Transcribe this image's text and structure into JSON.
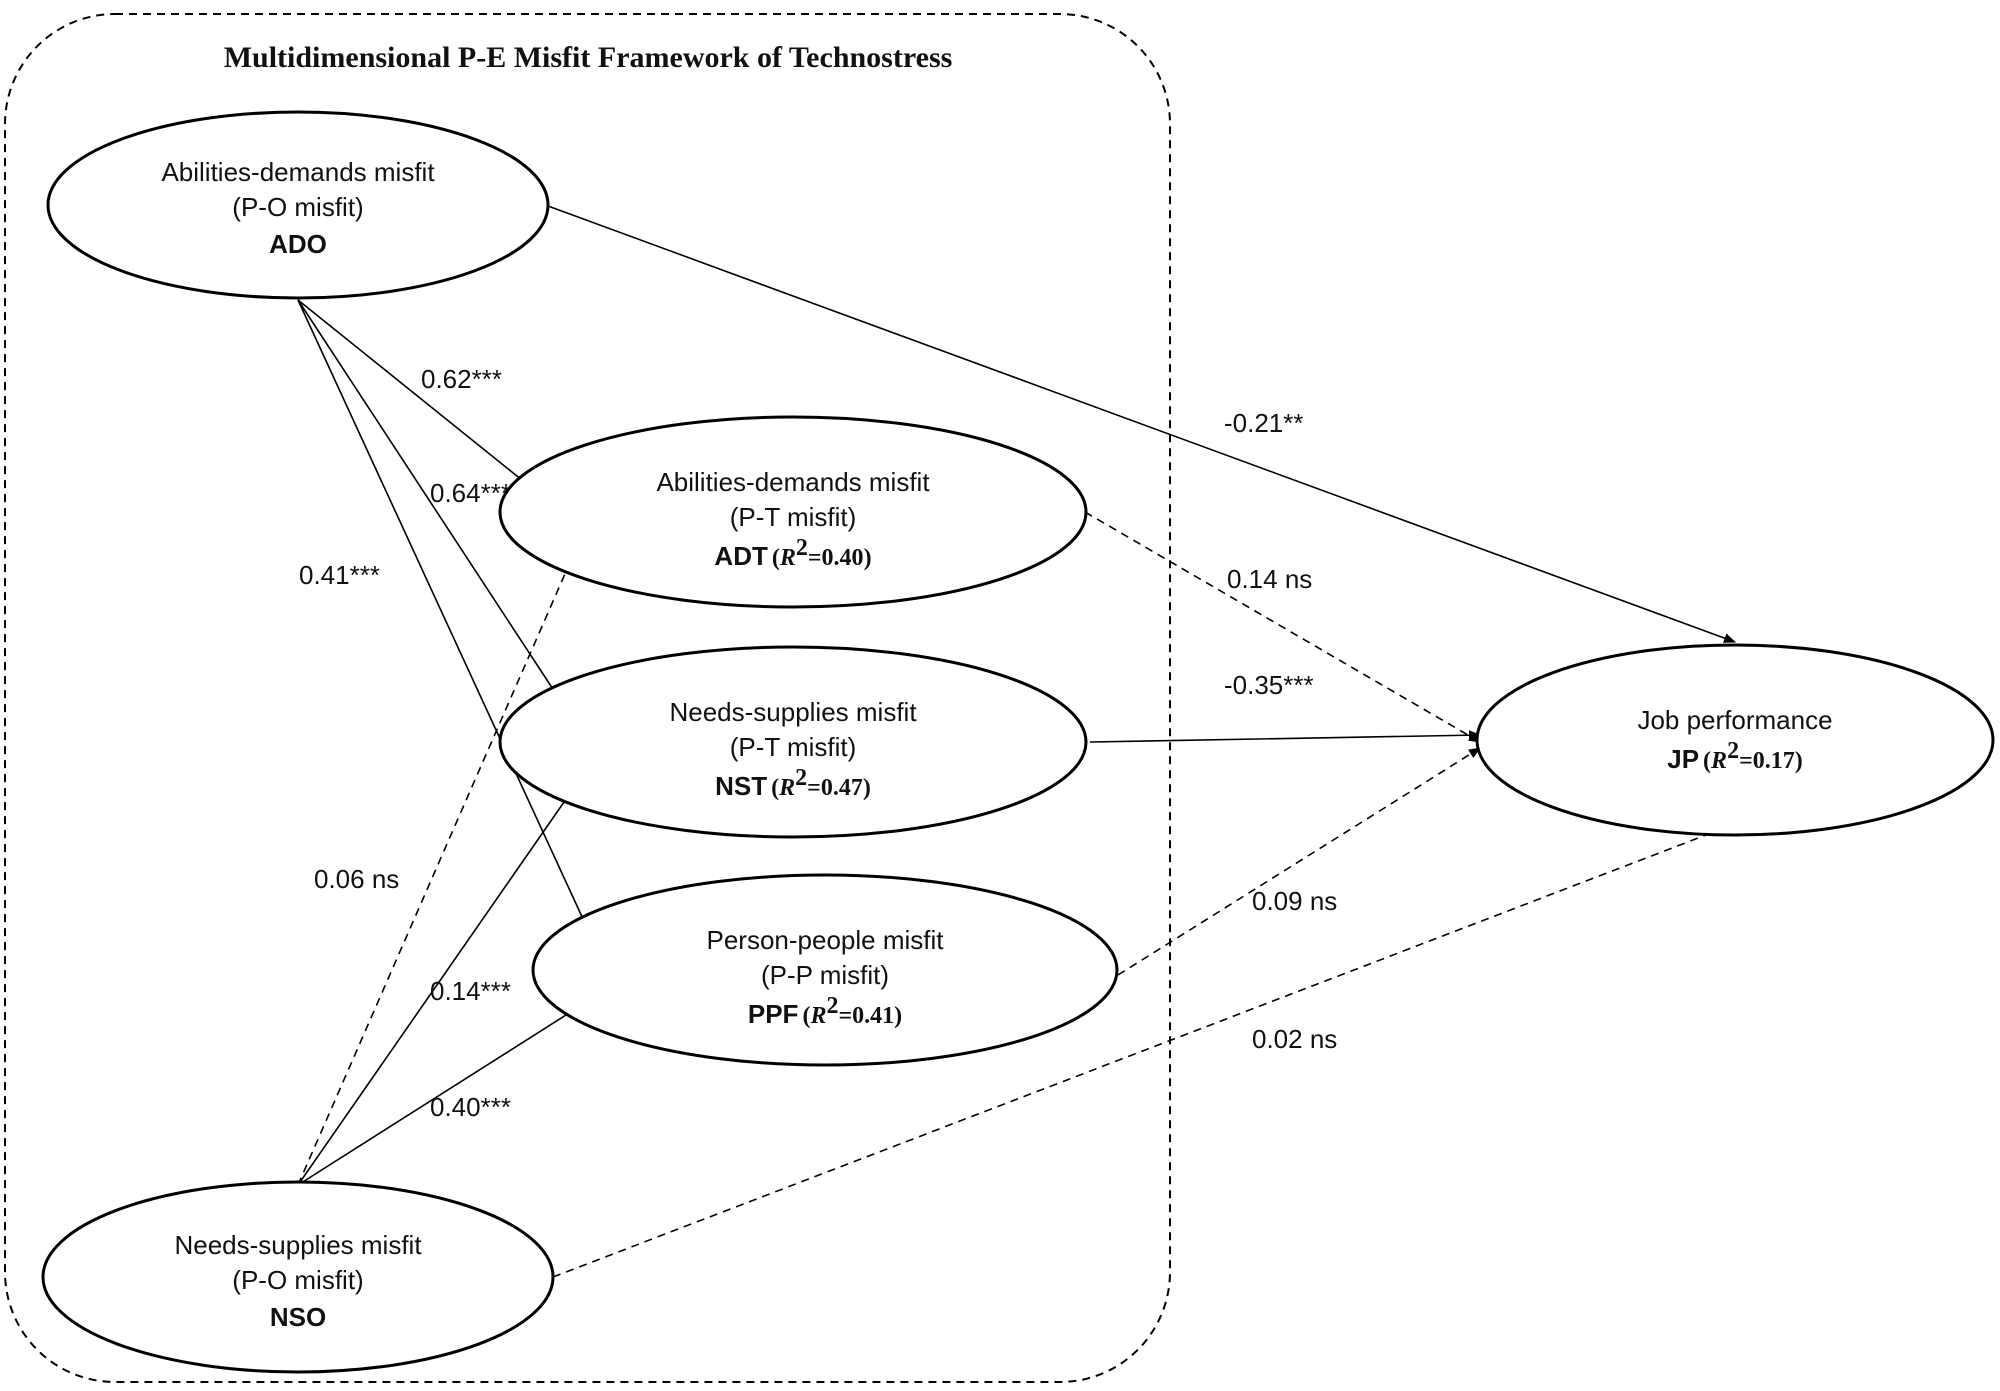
{
  "frame": {
    "title": "Multidimensional P-E Misfit Framework of Technostress"
  },
  "nodes": {
    "ado": {
      "line1": "Abilities-demands misfit",
      "line2": "(P-O misfit)",
      "code": "ADO",
      "r2_label": "",
      "r2_value": ""
    },
    "adt": {
      "line1": "Abilities-demands misfit",
      "line2": "(P-T misfit)",
      "code": "ADT",
      "r2_label": "R",
      "r2_value": "=0.40"
    },
    "nst": {
      "line1": "Needs-supplies misfit",
      "line2": "(P-T misfit)",
      "code": "NST",
      "r2_label": "R",
      "r2_value": "=0.47"
    },
    "ppf": {
      "line1": "Person-people misfit",
      "line2": "(P-P misfit)",
      "code": "PPF",
      "r2_label": "R",
      "r2_value": "=0.41"
    },
    "nso": {
      "line1": "Needs-supplies misfit",
      "line2": "(P-O misfit)",
      "code": "NSO",
      "r2_label": "",
      "r2_value": ""
    },
    "jp": {
      "line1": "Job performance",
      "line2": "",
      "code": "JP",
      "r2_label": "R",
      "r2_value": "=0.17"
    }
  },
  "edges": [
    {
      "id": "ado-adt",
      "from": "ado",
      "to": "adt",
      "label": "0.62***",
      "style": "solid"
    },
    {
      "id": "ado-nst",
      "from": "ado",
      "to": "nst",
      "label": "0.64***",
      "style": "solid"
    },
    {
      "id": "ado-ppf",
      "from": "ado",
      "to": "ppf",
      "label": "0.41***",
      "style": "solid"
    },
    {
      "id": "ado-jp",
      "from": "ado",
      "to": "jp",
      "label": "-0.21**",
      "style": "solid"
    },
    {
      "id": "nso-adt",
      "from": "nso",
      "to": "adt",
      "label": "0.06 ns",
      "style": "dashed"
    },
    {
      "id": "nso-nst",
      "from": "nso",
      "to": "nst",
      "label": "0.14***",
      "style": "solid"
    },
    {
      "id": "nso-ppf",
      "from": "nso",
      "to": "ppf",
      "label": "0.40***",
      "style": "solid"
    },
    {
      "id": "nso-jp",
      "from": "nso",
      "to": "jp",
      "label": "0.02 ns",
      "style": "dashed"
    },
    {
      "id": "adt-jp",
      "from": "adt",
      "to": "jp",
      "label": "0.14 ns",
      "style": "dashed"
    },
    {
      "id": "nst-jp",
      "from": "nst",
      "to": "jp",
      "label": "-0.35***",
      "style": "solid"
    },
    {
      "id": "ppf-jp",
      "from": "ppf",
      "to": "jp",
      "label": "0.09 ns",
      "style": "dashed"
    }
  ]
}
